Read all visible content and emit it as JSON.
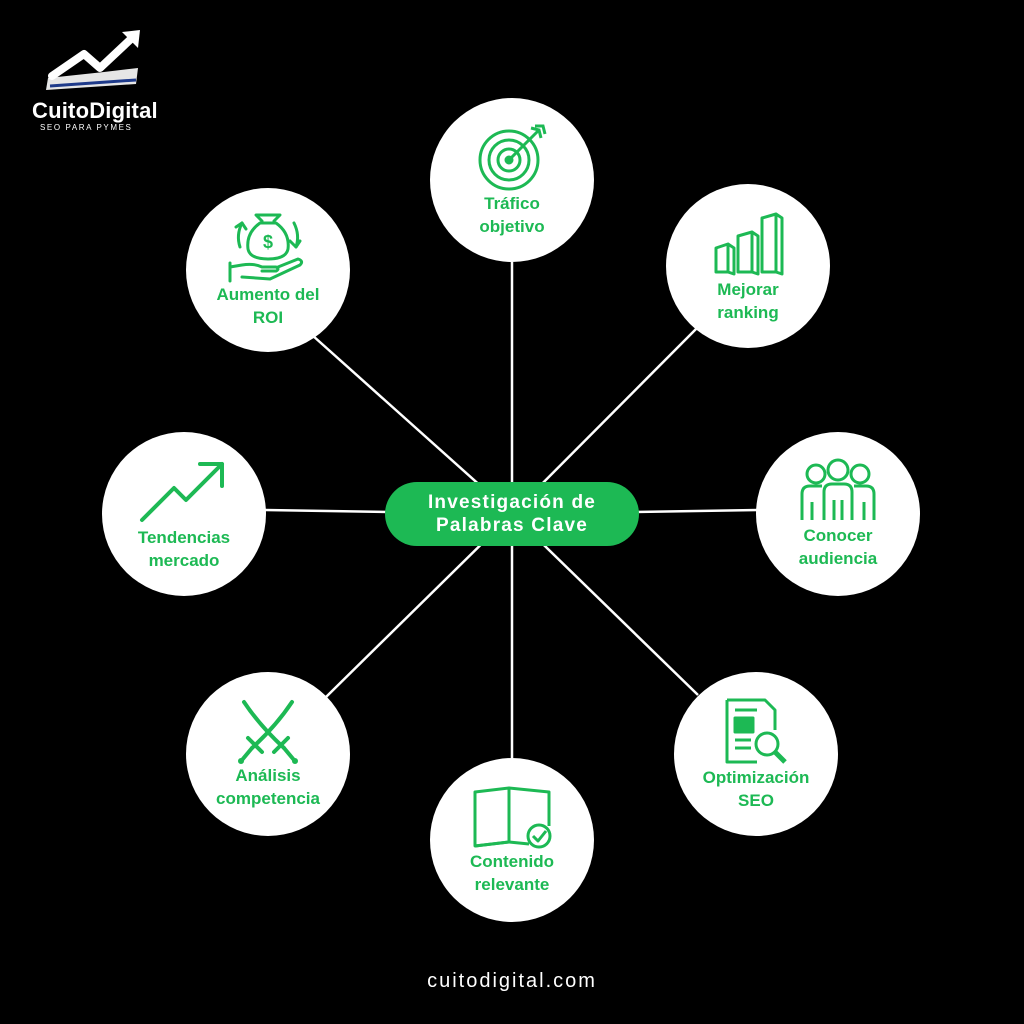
{
  "brand": {
    "name": "CuitoDigital",
    "tagline": "SEO PARA PYMES",
    "accent_color": "#1db954"
  },
  "center": {
    "line1": "Investigación de",
    "line2": "Palabras Clave"
  },
  "nodes": [
    {
      "id": "trafico",
      "icon": "target-icon",
      "line1": "Tráfico",
      "line2": "objetivo"
    },
    {
      "id": "ranking",
      "icon": "bar-chart-icon",
      "line1": "Mejorar",
      "line2": "ranking"
    },
    {
      "id": "audiencia",
      "icon": "people-icon",
      "line1": "Conocer",
      "line2": "audiencia"
    },
    {
      "id": "seo",
      "icon": "document-search-icon",
      "line1": "Optimización",
      "line2": "SEO"
    },
    {
      "id": "contenido",
      "icon": "book-check-icon",
      "line1": "Contenido",
      "line2": "relevante"
    },
    {
      "id": "competencia",
      "icon": "crossed-swords-icon",
      "line1": "Análisis",
      "line2": "competencia"
    },
    {
      "id": "tendencias",
      "icon": "trend-arrow-icon",
      "line1": "Tendencias",
      "line2": "mercado"
    },
    {
      "id": "roi",
      "icon": "money-hand-icon",
      "line1": "Aumento del",
      "line2": "ROI"
    }
  ],
  "footer": "cuitodigital.com"
}
